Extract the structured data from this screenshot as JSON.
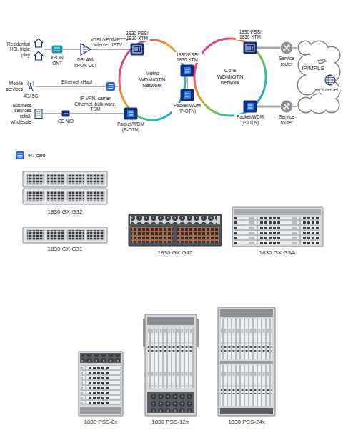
{
  "diagram": {
    "nodes": [
      {
        "text": [
          "Residential HSI, triple play"
        ]
      },
      {
        "text": [
          "xPON ONT"
        ]
      },
      {
        "text": [
          "DSLAM/ xPON OLT"
        ]
      },
      {
        "text": [
          "1830 PSS/ 1830 XTM"
        ]
      },
      {
        "text": [
          "Metro WDM/OTN Network"
        ]
      },
      {
        "text": [
          "Mobile services",
          "4G/ 5G"
        ]
      },
      {
        "text": [
          "Business services retail/ wholesale"
        ]
      },
      {
        "text": [
          "CE NID"
        ]
      },
      {
        "text": [
          "Packet/WDM (P-OTN)"
        ]
      },
      {
        "text": [
          "1830 PSS/ 1830 XTM"
        ]
      },
      {
        "text": [
          "Packet/WDM (P-OTN)"
        ]
      },
      {
        "text": [
          "Core WDM/OTN network"
        ]
      },
      {
        "text": [
          "1830 PSS/ 1830 XTM"
        ]
      },
      {
        "text": [
          "Packet/WDM (P-OTN)"
        ]
      },
      {
        "text": [
          "Service router"
        ]
      },
      {
        "text": [
          "Service router"
        ]
      },
      {
        "text": [
          "IP/MPLS"
        ]
      },
      {
        "text": [
          "Internet"
        ],
        "in": 16
      }
    ],
    "edges": [
      {
        "from": 0,
        "to": 1,
        "arrow": "none"
      },
      {
        "from": 1,
        "to": 2,
        "arrow": "none"
      },
      {
        "from": 2,
        "to": 3,
        "label": "xDSL/xPON/FTTx: Internet, IPTV",
        "arrow": "none"
      },
      {
        "from": 5,
        "to": 4,
        "label": "Ethernet xHaul",
        "arrow": "none"
      },
      {
        "from": 6,
        "to": 7,
        "arrow": "none"
      },
      {
        "from": 7,
        "to": 8,
        "label": "IP VPN, carrier Ethernet, bulk-ware, TDM",
        "arrow": "none"
      },
      {
        "from": 9,
        "to": 10,
        "arrow": "none"
      },
      {
        "from": 12,
        "to": 14,
        "arrow": "none"
      },
      {
        "from": 13,
        "to": 15,
        "arrow": "none"
      },
      {
        "from": 14,
        "to": 16,
        "arrow": "none"
      },
      {
        "from": 15,
        "to": 16,
        "arrow": "none"
      }
    ],
    "labels": [
      "1830 GX G32",
      "1830 GX G31",
      "1830 GX G42",
      "1830 GX G34c",
      "1830 PSS-8x",
      "1830 PSS-12x",
      "1830 PSS-24x"
    ],
    "legend": [
      {
        "text": "IPT card"
      }
    ]
  }
}
